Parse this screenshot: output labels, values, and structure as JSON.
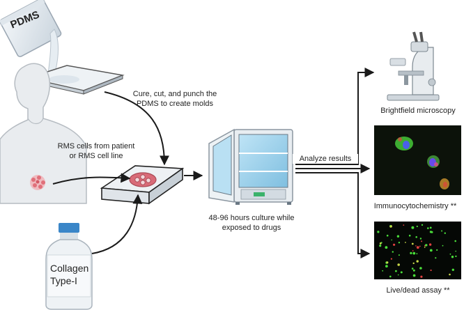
{
  "labels": {
    "pdms": "PDMS",
    "cure_line1": "Cure, cut, and punch the",
    "cure_line2": "PDMS to create molds",
    "rms_line1": "RMS cells from patient",
    "rms_line2": "or RMS cell line",
    "collagen_line1": "Collagen",
    "collagen_line2": "Type-I",
    "culture_line1": "48-96 hours culture while",
    "culture_line2": "exposed to drugs",
    "analyze": "Analyze results",
    "brightfield": "Brightfield microscopy",
    "icc": "Immunocytochemistry **",
    "livedead": "Live/dead assay **"
  },
  "colors": {
    "arrow": "#1a1a1a",
    "skin": "#e9ecef",
    "tumor": "#e0707a",
    "incubator_body": "#e8edf1",
    "incubator_glass": "#8ec9e8",
    "green_stain": "#4ade3a",
    "red_stain": "#e04040",
    "blue_stain": "#5b4cff"
  }
}
